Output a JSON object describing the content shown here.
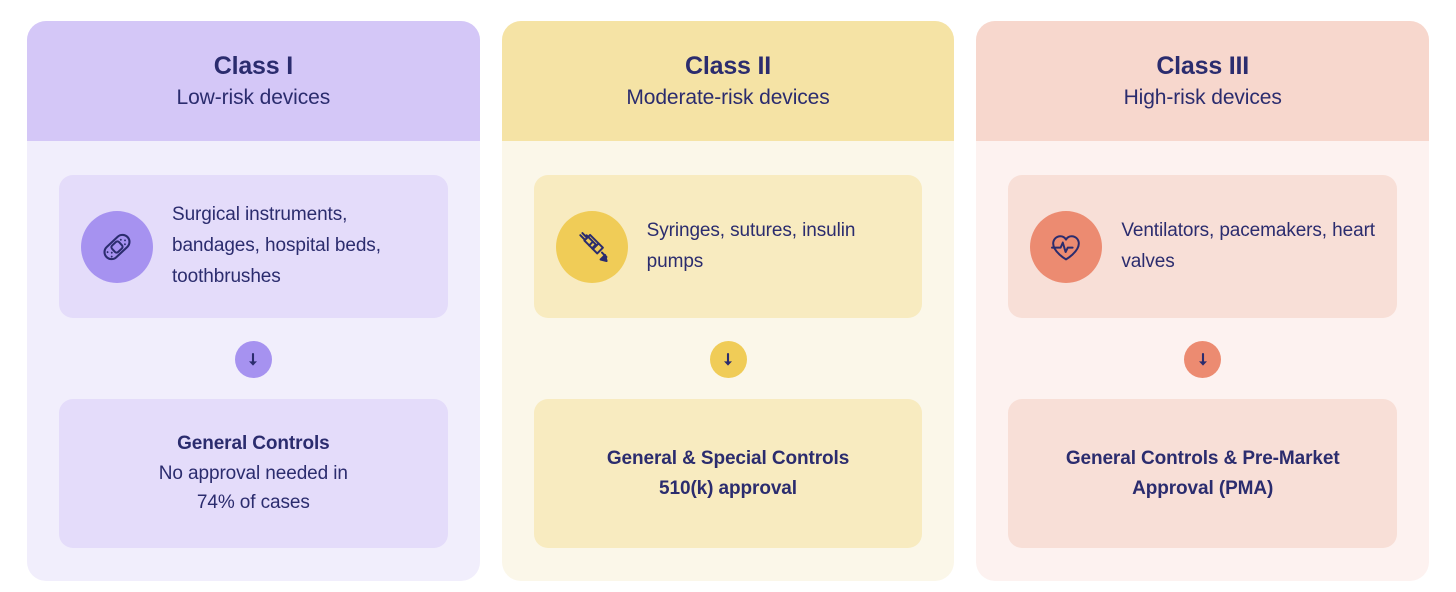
{
  "theme": {
    "text_color": "#2b2c6e",
    "page_background": "#ffffff"
  },
  "cards": [
    {
      "id": "class-1",
      "title": "Class I",
      "subtitle": "Low-risk devices",
      "icon": "bandage-icon",
      "examples": "Surgical instruments, bandages,  hospital beds, toothbrushes",
      "arrow": "arrow-down-icon",
      "controls": [
        {
          "text": "General Controls",
          "bold": true
        },
        {
          "text": "No approval needed in",
          "bold": false
        },
        {
          "text": "74% of cases",
          "bold": false
        }
      ],
      "colors": {
        "header": "#d4c7f7",
        "body": "#f1eefc",
        "panel": "#e4dcfa",
        "icon_circle": "#a692f0",
        "arrow_circle": "#a692f0",
        "icon_stroke": "#2b2c6e"
      }
    },
    {
      "id": "class-2",
      "title": "Class II",
      "subtitle": "Moderate-risk devices",
      "icon": "syringe-icon",
      "examples": "Syringes, sutures, insulin pumps",
      "arrow": "arrow-down-icon",
      "controls": [
        {
          "text": "General & Special Controls",
          "bold": true
        },
        {
          "text": "510(k) approval",
          "bold": true
        }
      ],
      "colors": {
        "header": "#f5e3a5",
        "body": "#fbf7e9",
        "panel": "#f8ebc0",
        "icon_circle": "#f0cc57",
        "arrow_circle": "#f0cc57",
        "icon_stroke": "#2b2c6e"
      }
    },
    {
      "id": "class-3",
      "title": "Class III",
      "subtitle": "High-risk devices",
      "icon": "heart-pulse-icon",
      "examples": "Ventilators, pacemakers, heart valves",
      "arrow": "arrow-down-icon",
      "controls": [
        {
          "text": "General Controls & Pre-Market",
          "bold": true
        },
        {
          "text": "Approval (PMA)",
          "bold": true
        }
      ],
      "colors": {
        "header": "#f7d7cd",
        "body": "#fdf2f0",
        "panel": "#f8dfd7",
        "icon_circle": "#ec8b71",
        "arrow_circle": "#ec8b71",
        "icon_stroke": "#2b2c6e"
      }
    }
  ]
}
